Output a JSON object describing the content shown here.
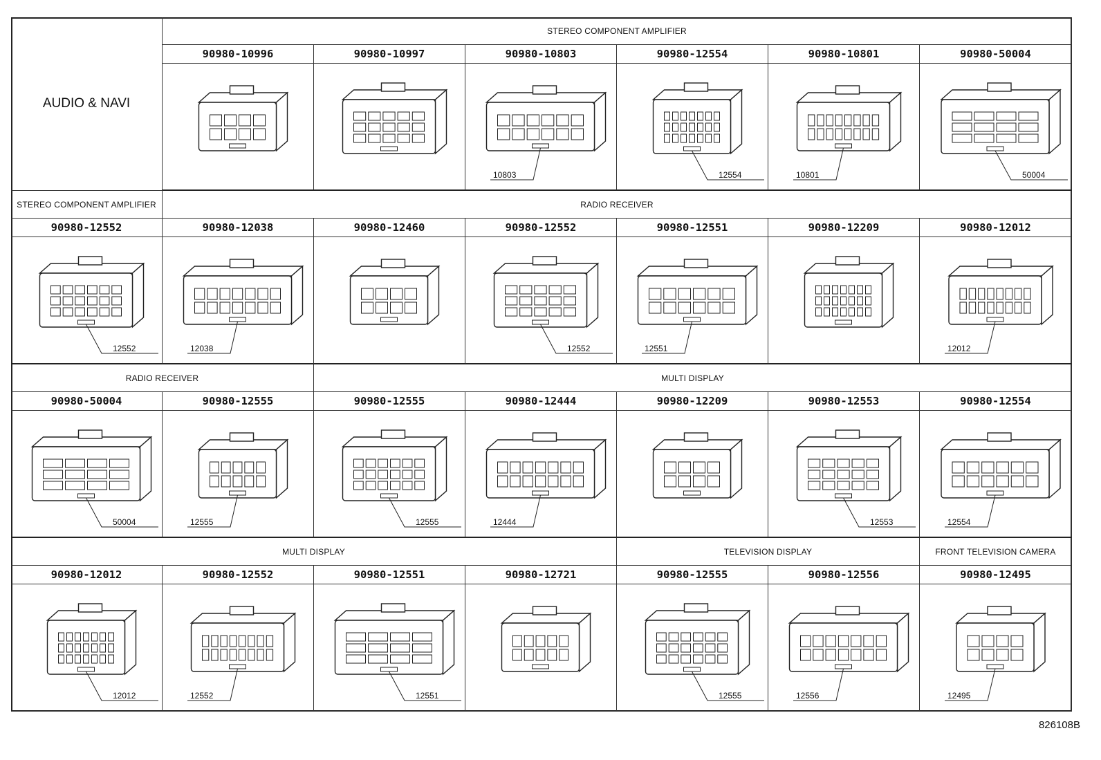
{
  "title": "AUDIO & NAVI",
  "doc_id": "826108B",
  "rows": [
    {
      "groups": [
        {
          "label": "STEREO COMPONENT AMPLIFIER",
          "cols": [
            1,
            6
          ]
        }
      ],
      "parts": [
        {
          "pn": "90980-10996",
          "code": ""
        },
        {
          "pn": "90980-10997",
          "code": ""
        },
        {
          "pn": "90980-10803",
          "code": "10803"
        },
        {
          "pn": "90980-12554",
          "code": "12554"
        },
        {
          "pn": "90980-10801",
          "code": "10801"
        },
        {
          "pn": "90980-50004",
          "code": "50004"
        }
      ]
    },
    {
      "groups": [
        {
          "label": "STEREO COMPONENT AMPLIFIER",
          "cols": [
            0,
            0
          ]
        },
        {
          "label": "RADIO RECEIVER",
          "cols": [
            1,
            6
          ]
        }
      ],
      "parts": [
        {
          "pn": "90980-12552",
          "code": "12552"
        },
        {
          "pn": "90980-12038",
          "code": "12038"
        },
        {
          "pn": "90980-12460",
          "code": ""
        },
        {
          "pn": "90980-12552",
          "code": "12552"
        },
        {
          "pn": "90980-12551",
          "code": "12551"
        },
        {
          "pn": "90980-12209",
          "code": ""
        },
        {
          "pn": "90980-12012",
          "code": "12012"
        }
      ]
    },
    {
      "groups": [
        {
          "label": "RADIO RECEIVER",
          "cols": [
            0,
            1
          ]
        },
        {
          "label": "MULTI DISPLAY",
          "cols": [
            2,
            6
          ]
        }
      ],
      "parts": [
        {
          "pn": "90980-50004",
          "code": "50004"
        },
        {
          "pn": "90980-12555",
          "code": "12555"
        },
        {
          "pn": "90980-12555",
          "code": "12555"
        },
        {
          "pn": "90980-12444",
          "code": "12444"
        },
        {
          "pn": "90980-12209",
          "code": ""
        },
        {
          "pn": "90980-12553",
          "code": "12553"
        },
        {
          "pn": "90980-12554",
          "code": "12554"
        }
      ]
    },
    {
      "groups": [
        {
          "label": "MULTI DISPLAY",
          "cols": [
            0,
            3
          ]
        },
        {
          "label": "TELEVISION DISPLAY",
          "cols": [
            4,
            5
          ]
        },
        {
          "label": "FRONT TELEVISION CAMERA",
          "cols": [
            6,
            6
          ]
        }
      ],
      "parts": [
        {
          "pn": "90980-12012",
          "code": "12012"
        },
        {
          "pn": "90980-12552",
          "code": "12552"
        },
        {
          "pn": "90980-12551",
          "code": "12551"
        },
        {
          "pn": "90980-12721",
          "code": ""
        },
        {
          "pn": "90980-12555",
          "code": "12555"
        },
        {
          "pn": "90980-12556",
          "code": "12556"
        },
        {
          "pn": "90980-12495",
          "code": "12495"
        }
      ]
    }
  ]
}
